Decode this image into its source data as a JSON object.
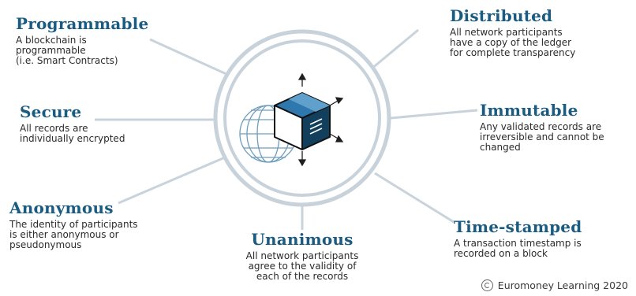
{
  "features": [
    {
      "id": "programmable",
      "title": "Programmable",
      "text": "A blockchain is\nprogrammable\n(i.e. Smart Contracts)"
    },
    {
      "id": "secure",
      "title": "Secure",
      "text": "All records are\nindividually encrypted"
    },
    {
      "id": "anonymous",
      "title": "Anonymous",
      "text": "The identity of participants\nis either anonymous or\npseudonymous"
    },
    {
      "id": "unanimous",
      "title": "Unanimous",
      "text": "All network participants\nagree to the validity of\neach of the records"
    },
    {
      "id": "distributed",
      "title": "Distributed",
      "text": "All network participants\nhave a copy of the ledger\nfor complete transparency"
    },
    {
      "id": "immutable",
      "title": "Immutable",
      "text": "Any validated records are\nirreversible and cannot be\nchanged"
    },
    {
      "id": "timestamped",
      "title": "Time-stamped",
      "text": "A transaction timestamp is\nrecorded on a block"
    }
  ],
  "credit": "Euromoney Learning 2020",
  "colors": {
    "title": "#1a5b82",
    "ring": "#c7d2db",
    "cube_top": "#2a6f9e",
    "cube_dark": "#0f3b57"
  }
}
